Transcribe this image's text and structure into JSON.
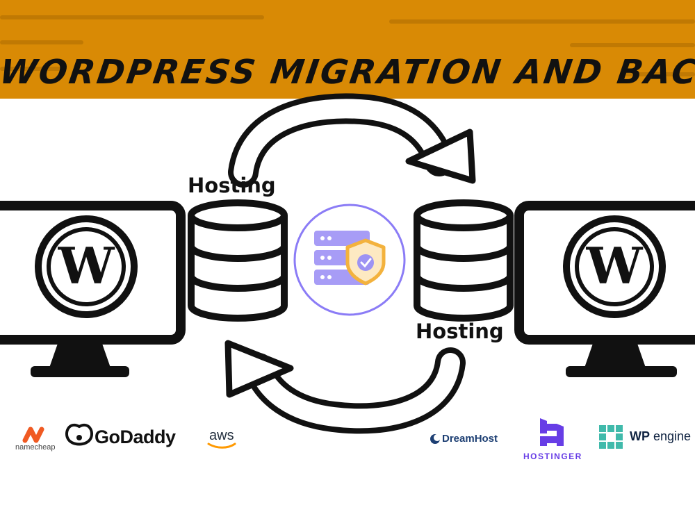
{
  "banner": {
    "title": "WordPress Migration and Backup",
    "color": "#d98a05"
  },
  "labels": {
    "source_hosting": "Hosting",
    "target_hosting": "Hosting"
  },
  "icons": [
    "wordpress-logo-icon",
    "database-icon",
    "server-shield-icon",
    "cycle-arrow-icon",
    "monitor-icon"
  ],
  "logos": {
    "namecheap": "namecheap",
    "godaddy": "GoDaddy",
    "aws": "aws",
    "dreamhost": "DreamHost",
    "hostinger": "HOSTINGER",
    "wpengine_wp": "WP",
    "wpengine_engine": "engine"
  },
  "colors": {
    "hostinger": "#673de6",
    "wpengine": "#40baab",
    "namecheap": "#f05a22",
    "aws": "#ff9900",
    "server_badge": "#8b7cf6",
    "shield": "#f3b23d"
  }
}
